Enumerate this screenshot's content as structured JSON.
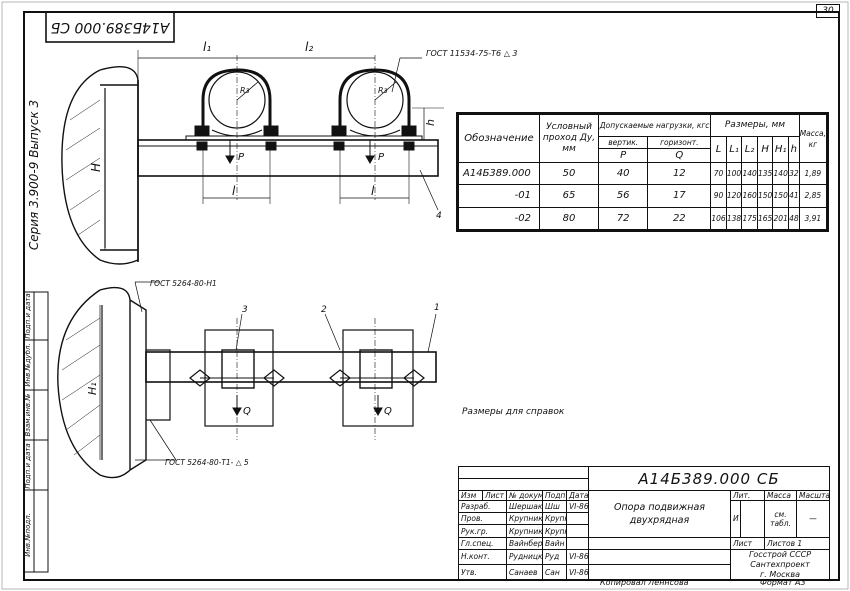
{
  "sheet_number": "30",
  "doc_code_rotated": "А14Б389.000 СБ",
  "series_label": "Серия 3.900-9 Выпуск 3",
  "left_strip": [
    "Инв.№подл.",
    "Подп.и дата",
    "Взам.инв.№",
    "Инв.№дубл.",
    "Подп.и дата"
  ],
  "drawing": {
    "dim_l1": "l₁",
    "dim_l2": "l₂",
    "dim_l": "l",
    "dim_H": "H",
    "dim_H1": "H₁",
    "dim_h": "h",
    "radius": "Rз",
    "load_P": "P",
    "load_Q": "Q",
    "callout_1": "1",
    "callout_2": "2",
    "callout_3": "3",
    "callout_4": "4",
    "gost_top": "ГОСТ 11534-75-Т6 △ 3",
    "gost_weld_1": "ГОСТ 5264-80-Н1",
    "gost_weld_2": "ГОСТ 5264-80-Т1- △ 5",
    "note": "Размеры для справок"
  },
  "spec_table": {
    "col_designation": "Обозначение",
    "col_dn": "Условный проход Ду, мм",
    "col_loads": "Допускаемые нагрузки, кгс",
    "col_vert": "вертик.",
    "col_horiz": "горизонт.",
    "col_P": "P",
    "col_Q": "Q",
    "col_dims": "Размеры, мм",
    "dim_cols": [
      "L",
      "L₁",
      "L₂",
      "H",
      "H₁",
      "h"
    ],
    "col_mass": "Масса, кг",
    "rows": [
      {
        "code": "А14Б389.000",
        "dn": "50",
        "p": "40",
        "q": "12",
        "L": "70",
        "L1": "100",
        "L2": "140",
        "H": "135",
        "H1": "140",
        "h": "32",
        "mass": "1,89"
      },
      {
        "code": "-01",
        "dn": "65",
        "p": "56",
        "q": "17",
        "L": "90",
        "L1": "120",
        "L2": "160",
        "H": "150",
        "H1": "150",
        "h": "41",
        "mass": "2,85"
      },
      {
        "code": "-02",
        "dn": "80",
        "p": "72",
        "q": "22",
        "L": "106",
        "L1": "138",
        "L2": "175",
        "H": "165",
        "H1": "201",
        "h": "48",
        "mass": "3,91"
      }
    ]
  },
  "title_block": {
    "doc_code": "А14Б389.000 СБ",
    "title_line1": "Опора подвижная",
    "title_line2": "двухрядная",
    "head": [
      "Изм",
      "Лист",
      "№ докум.",
      "Подп.",
      "Дата"
    ],
    "people": [
      {
        "role": "Разраб.",
        "name": "Шершакова",
        "sig": "Шш"
      },
      {
        "role": "Пров.",
        "name": "Крупник",
        "sig": "Крупн"
      },
      {
        "role": "Рук.гр.",
        "name": "Крупник",
        "sig": "Крупн"
      },
      {
        "role": "Гл.спец.",
        "name": "Вайнберг",
        "sig": "Вайн"
      },
      {
        "role": "Н.конт.",
        "name": "Рудницкая",
        "sig": "Руд"
      },
      {
        "role": "Утв.",
        "name": "Санаев",
        "sig": "Сан"
      }
    ],
    "dates": [
      "VI-86",
      "",
      "",
      "",
      "VI-86",
      "VI-86"
    ],
    "lit_label": "Лит.",
    "mass_label": "Масса",
    "scale_label": "Масштаб",
    "lit_value": "И",
    "mass_value": "см. табл.",
    "scale_value": "—",
    "sheet_label": "Лист",
    "sheets_label": "Листов 1",
    "org_line1": "Госстрой СССР",
    "org_line2": "Сантехпроект",
    "org_line3": "г. Москва",
    "copied_by": "Копировал Леннсова",
    "format": "Формат А3"
  }
}
